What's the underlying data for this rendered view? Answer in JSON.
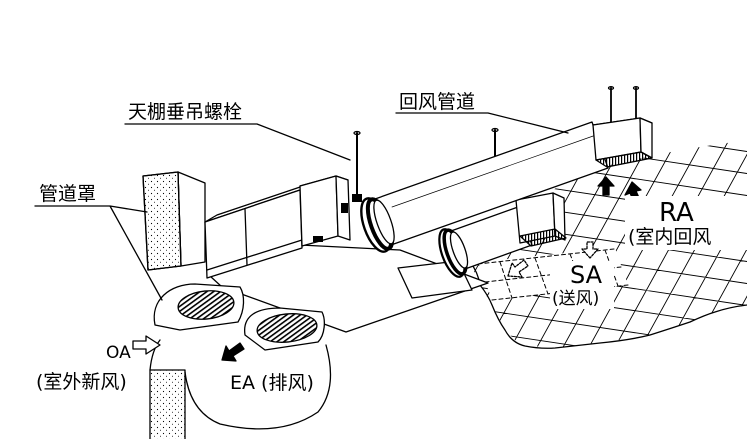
{
  "colors": {
    "line": "#000000",
    "background": "#ffffff"
  },
  "labels": {
    "suspension_bolt": "天棚垂吊螺栓",
    "return_duct": "回风管道",
    "duct_cover": "管道罩",
    "ra": "RA",
    "ra_desc": "(室内回风",
    "sa": "SA",
    "sa_desc": "(送风)",
    "oa": "OA",
    "oa_desc": "(室外新风)",
    "ea": "EA (排风)"
  }
}
